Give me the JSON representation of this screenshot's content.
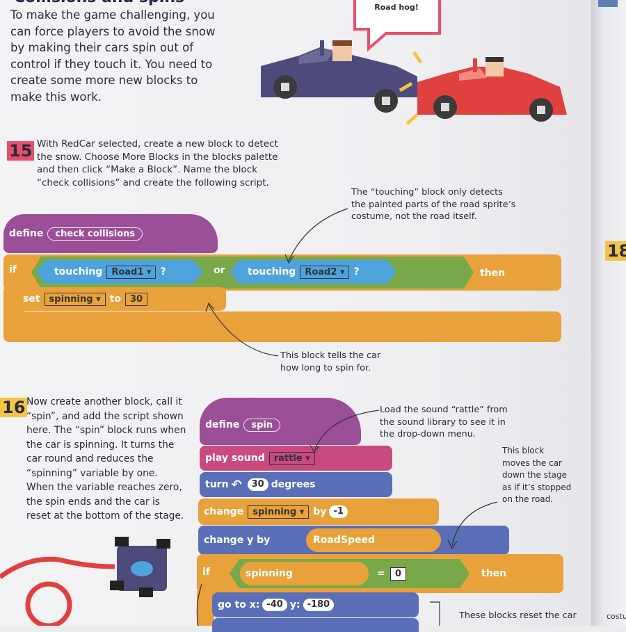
{
  "heading": "Collisions and spins",
  "intro": "To make the game challenging, you can force players to avoid the snow by making their cars spin out of control if they touch it. You need to create some more new blocks to make this work.",
  "speech": "Road hog!",
  "step15": {
    "number": "15",
    "text": "With RedCar selected, create a new block to detect the snow. Choose More Blocks in the blocks palette and then click “Make a Block”. Name the block “check collisions” and create the following script."
  },
  "note_touching": "The “touching” block only detects the painted parts of the road sprite’s costume, not the road itself.",
  "script1": {
    "define": "define",
    "name": "check collisions",
    "if": "if",
    "touching": "touching",
    "road1": "Road1",
    "road2": "Road2",
    "q": "?",
    "or": "or",
    "then": "then",
    "set": "set",
    "var": "spinning",
    "to": "to",
    "value": "30"
  },
  "note_spin_duration": "This block tells the car how long to spin for.",
  "step16": {
    "number": "16",
    "text": "Now create another block, call it “spin”, and add the script shown here. The “spin” block runs when the car is spinning. It turns the car round and reduces the “spinning” variable by one. When the variable reaches zero, the spin ends and the car is reset at the bottom of the stage."
  },
  "note_rattle": "Load the sound “rattle” from the sound library to see it in the drop-down menu.",
  "note_moves": "This block moves the car down the stage as if it’s stopped on the road.",
  "note_reset": "These blocks reset the car",
  "script2": {
    "define": "define",
    "name": "spin",
    "play_sound": "play sound",
    "sound": "rattle",
    "turn": "turn",
    "degrees_value": "30",
    "degrees": "degrees",
    "change": "change",
    "var": "spinning",
    "by": "by",
    "by_value": "-1",
    "change_y": "change y by",
    "roadspeed": "RoadSpeed",
    "if": "if",
    "eq": "=",
    "eq_value": "0",
    "then": "then",
    "goto": "go to x:",
    "x_value": "-40",
    "y": "y:",
    "y_value": "-180"
  },
  "right_page": {
    "step_number": "18",
    "cut_text": "costu"
  },
  "colors": {
    "purple": "#9b4f96",
    "pink": "#c94a7e",
    "blue": "#5a6fb8",
    "orange": "#e9a23b",
    "green": "#78a84a",
    "step15": "#e94f6d",
    "step16": "#f5c542"
  }
}
